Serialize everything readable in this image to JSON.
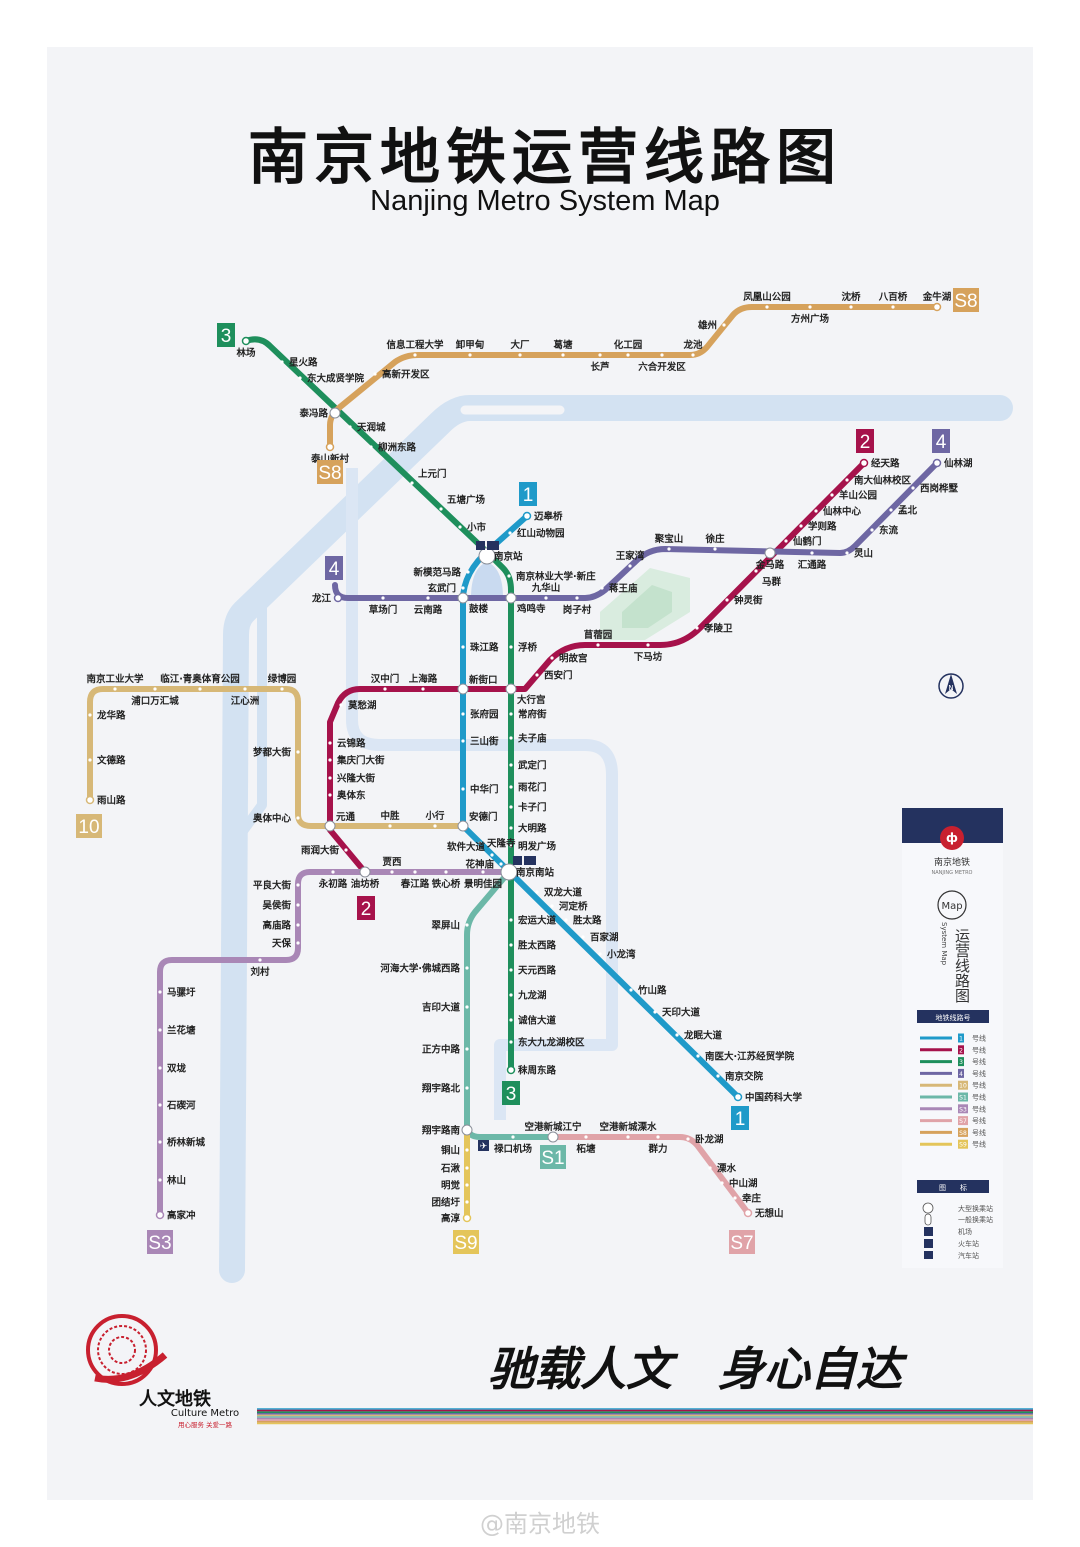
{
  "title": {
    "zh": "南京地铁运营线路图",
    "en": "Nanjing Metro System Map"
  },
  "lines": [
    {
      "id": "1",
      "badge": "1",
      "color": "#1f9ac9",
      "stations": [
        "迈皋桥",
        "红山动物园",
        "南京站",
        "新模范马路",
        "玄武门",
        "鼓楼",
        "珠江路",
        "新街口",
        "张府园",
        "三山街",
        "中华门",
        "安德门",
        "天隆寺",
        "软件大道",
        "花神庙",
        "南京南站",
        "双龙大道",
        "河定桥",
        "胜太路",
        "百家湖",
        "小龙湾",
        "竹山路",
        "天印大道",
        "龙眠大道",
        "南医大·江苏经贸学院",
        "南京交院",
        "中国药科大学"
      ]
    },
    {
      "id": "2",
      "badge": "2",
      "color": "#a6124b",
      "stations": [
        "经天路",
        "南大仙林校区",
        "羊山公园",
        "仙林中心",
        "学则路",
        "仙鹤门",
        "金马路",
        "马群",
        "钟灵街",
        "孝陵卫",
        "下马坊",
        "苜蓿园",
        "明故宫",
        "西安门",
        "大行宫",
        "新街口",
        "上海路",
        "汉中门",
        "莫愁湖",
        "云锦路",
        "集庆门大街",
        "兴隆大街",
        "奥体东",
        "元通",
        "雨润大街",
        "油坊桥"
      ]
    },
    {
      "id": "3",
      "badge": "3",
      "color": "#1e8f5c",
      "stations": [
        "林场",
        "星火路",
        "东大成贤学院",
        "泰冯路",
        "天润城",
        "柳洲东路",
        "上元门",
        "五塘广场",
        "小市",
        "南京站",
        "南京林业大学·新庄",
        "鸡鸣寺",
        "浮桥",
        "大行宫",
        "常府街",
        "夫子庙",
        "武定门",
        "雨花门",
        "卡子门",
        "大明路",
        "明发广场",
        "南京南站",
        "宏运大道",
        "胜太西路",
        "天元西路",
        "九龙湖",
        "诚信大道",
        "东大九龙湖校区",
        "秣周东路"
      ]
    },
    {
      "id": "4",
      "badge": "4",
      "color": "#6e67a3",
      "stations": [
        "龙江",
        "草场门",
        "云南路",
        "鼓楼",
        "鸡鸣寺",
        "九华山",
        "岗子村",
        "蒋王庙",
        "王家湾",
        "聚宝山",
        "徐庄",
        "金马路",
        "汇通路",
        "灵山",
        "东流",
        "孟北",
        "西岗桦墅",
        "仙林湖"
      ]
    },
    {
      "id": "10",
      "badge": "10",
      "color": "#d7b877",
      "stations": [
        "雨山路",
        "文德路",
        "龙华路",
        "南京工业大学",
        "浦口万汇城",
        "临江·青奥体育公园",
        "江心洲",
        "绿博园",
        "梦都大街",
        "奥体中心",
        "元通",
        "中胜",
        "小行",
        "安德门"
      ]
    },
    {
      "id": "S1",
      "badge": "S1",
      "color": "#6cb8a8",
      "stations": [
        "南京南站",
        "翠屏山",
        "河海大学·佛城西路",
        "吉印大道",
        "正方中路",
        "翔宇路北",
        "翔宇路南",
        "禄口机场",
        "空港新城江宁"
      ]
    },
    {
      "id": "S3",
      "badge": "S3",
      "color": "#a987b6",
      "stations": [
        "南京南站",
        "景明佳园",
        "铁心桥",
        "春江路",
        "贾西",
        "油坊桥",
        "永初路",
        "平良大街",
        "吴侯街",
        "高庙路",
        "天保",
        "刘村",
        "马骡圩",
        "兰花塘",
        "双垅",
        "石碶河",
        "桥林新城",
        "林山",
        "高家冲"
      ]
    },
    {
      "id": "S7",
      "badge": "S7",
      "color": "#e0a3a8",
      "stations": [
        "空港新城江宁",
        "柘塘",
        "空港新城溧水",
        "群力",
        "卧龙湖",
        "溧水",
        "中山湖",
        "幸庄",
        "无想山"
      ]
    },
    {
      "id": "S8",
      "badge": "S8",
      "color": "#d6a25c",
      "stations": [
        "泰山新村",
        "泰冯路",
        "高新开发区",
        "信息工程大学",
        "卸甲甸",
        "大厂",
        "葛塘",
        "长芦",
        "化工园",
        "六合开发区",
        "龙池",
        "雄州",
        "凤凰山公园",
        "方州广场",
        "沈桥",
        "八百桥",
        "金牛湖"
      ]
    },
    {
      "id": "S9",
      "badge": "S9",
      "color": "#e4c55a",
      "stations": [
        "翔宇路南",
        "铜山",
        "石湫",
        "明觉",
        "团结圩",
        "高淳"
      ]
    }
  ],
  "legend": {
    "brand_zh": "南京地铁",
    "brand_en": "NANJING METRO",
    "map_badge": "Map",
    "title_zh": "运营线路图",
    "title_en": "System Map",
    "lines_header": "地铁线路号",
    "line_suffix": "号线",
    "icons_header": "图　　标",
    "icons": [
      {
        "icon": "major-interchange",
        "label": "大型换乘站"
      },
      {
        "icon": "interchange",
        "label": "一般换乘站"
      },
      {
        "icon": "airport",
        "label": "机场"
      },
      {
        "icon": "railway-station",
        "label": "火车站"
      },
      {
        "icon": "bus-station",
        "label": "汽车站"
      }
    ]
  },
  "footer": {
    "logo_zh": "人文地铁",
    "logo_en": "Culture Metro",
    "logo_tagline": "用心服务 关爱一路",
    "slogan": "驰载人文　身心自达",
    "watermark": "@南京地铁"
  },
  "colors": {
    "river": "#d3e2f2",
    "park": "#d9ecdf",
    "panel": "#24325f",
    "brand_red": "#c8202f"
  }
}
